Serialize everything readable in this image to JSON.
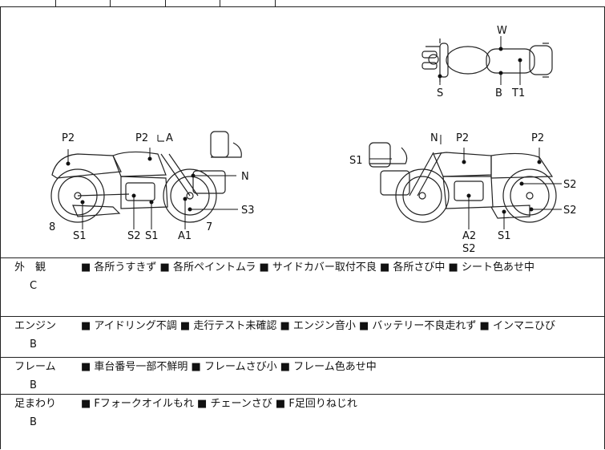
{
  "diagram": {
    "top_view": {
      "W": "W",
      "S": "S",
      "B": "B",
      "T1": "T1"
    },
    "left_view": {
      "P2a": "P2",
      "P2b": "P2",
      "A_top": "A",
      "N": "N",
      "S3": "S3",
      "eight": "8",
      "S1a": "S1",
      "S2": "S2",
      "S1b": "S1",
      "A1": "A1",
      "seven": "7"
    },
    "right_view": {
      "N": "N",
      "P2a": "P2",
      "P2b": "P2",
      "S1_left": "S1",
      "S2a": "S2",
      "S2b": "S2",
      "A2": "A2",
      "S2c": "S2",
      "S1": "S1"
    }
  },
  "rows": [
    {
      "category": "外　観",
      "grade": "C",
      "items": "■ 各所うすきず ■ 各所ペイントムラ ■ サイドカバー取付不良 ■ 各所さび中 ■ シート色あせ中"
    },
    {
      "category": "エンジン",
      "grade": "B",
      "items": "■ アイドリング不調 ■ 走行テスト未確認 ■ エンジン音小 ■ バッテリー不良走れず ■ インマニひび"
    },
    {
      "category": "フレーム",
      "grade": "B",
      "items": "■ 車台番号一部不鮮明 ■ フレームさび小 ■ フレーム色あせ中"
    },
    {
      "category": "足まわり",
      "grade": "B",
      "items": "■ Fフォークオイルもれ ■ チェーンさび ■ F足回りねじれ"
    }
  ]
}
